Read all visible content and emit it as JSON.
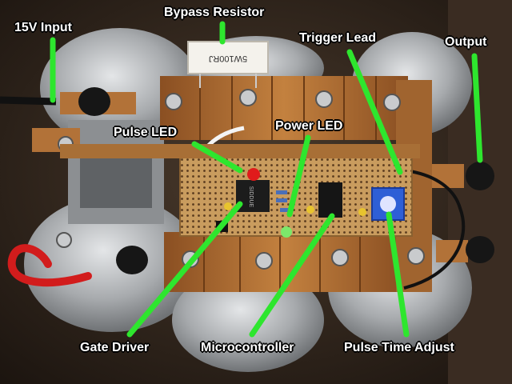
{
  "labels": {
    "input_15v": "15V Input",
    "bypass_resistor": "Bypass Resistor",
    "trigger_lead": "Trigger Lead",
    "output": "Output",
    "pulse_led": "Pulse LED",
    "power_led": "Power LED",
    "gate_driver": "Gate Driver",
    "microcontroller": "Microcontroller",
    "pulse_time_adjust": "Pulse Time Adjust"
  },
  "resistor_marking": "5W100RJ",
  "chip_marking": "SIDDUE",
  "colors": {
    "annotation_green": "#2ee62e",
    "board_copper": "#b8743a",
    "stripboard": "#c79a5c",
    "capacitor_silver": "#b9bcbe",
    "trimpot_blue": "#2e5fd6",
    "red_wire": "#d21c1c"
  }
}
